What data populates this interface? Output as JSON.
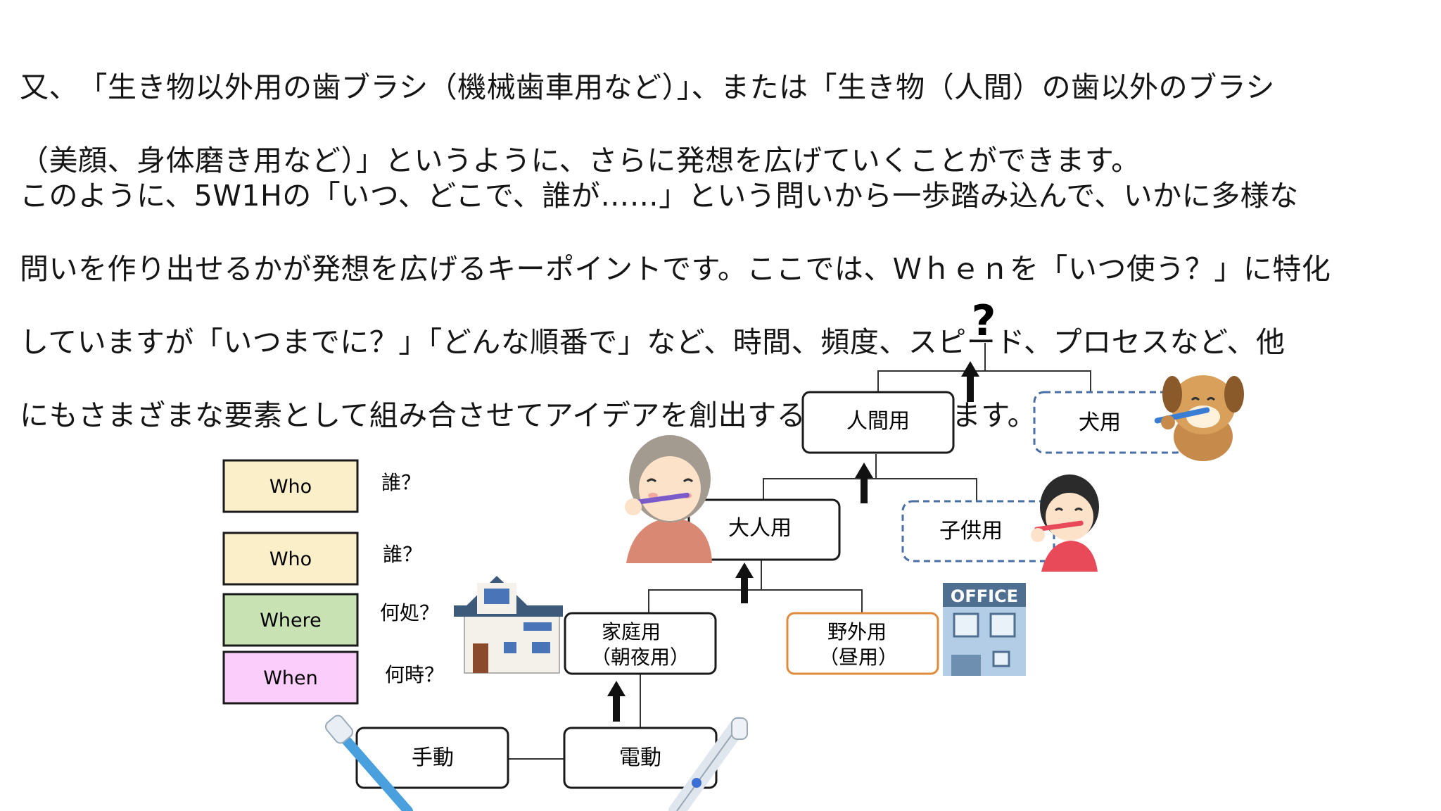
{
  "paragraph1": {
    "line1": "又、　「生き物以外用の歯ブラシ（機械歯車用など）」、または「生き物（人間）の歯以外のブラシ",
    "line2": "（美顔、身体磨き用など）」というように、さらに発想を広げていくことができます。"
  },
  "paragraph2": {
    "line1": "このように、5W1Hの「いつ、どこで、誰が……」という問いから一歩踏み込んで、いかに多様な",
    "line2": "問いを作り出せるかが発想を広げるキーポイントです。ここでは、Ｗｈｅｎを「いつ使う？」に特化",
    "line3": "していますが「いつまでに？」「どんな順番で」など、時間、頻度、スピード、プロセスなど、他",
    "line4": "にもさまざまな要素として組み合させてアイデアを創出することができます。"
  },
  "legend": {
    "items": [
      {
        "label": "Who",
        "question": "誰？",
        "color": "#fbefc9"
      },
      {
        "label": "Who",
        "question": "誰？",
        "color": "#fbefc9"
      },
      {
        "label": "Where",
        "question": "何処？",
        "color": "#c8e2b4"
      },
      {
        "label": "When",
        "question": "何時？",
        "color": "#fbcdfb"
      }
    ]
  },
  "tree": {
    "top": "?",
    "human": "人間用",
    "dog": "犬用",
    "adult": "大人用",
    "child": "子供用",
    "home_line1": "家庭用",
    "home_line2": "（朝夜用）",
    "outdoor_line1": "野外用",
    "outdoor_line2": "（昼用）",
    "manual": "手動",
    "electric": "電動"
  },
  "office_sign": "OFFICE",
  "icons": [
    "grandma-brushing-icon",
    "dog-brushing-icon",
    "child-brushing-icon",
    "house-icon",
    "office-building-icon",
    "manual-toothbrush-icon",
    "electric-toothbrush-icon"
  ],
  "colors": {
    "solid_border": "#1a1a1a",
    "dashed_border": "#4a6fa5",
    "outdoor_border": "#e08a3c",
    "arrow": "#111111"
  }
}
